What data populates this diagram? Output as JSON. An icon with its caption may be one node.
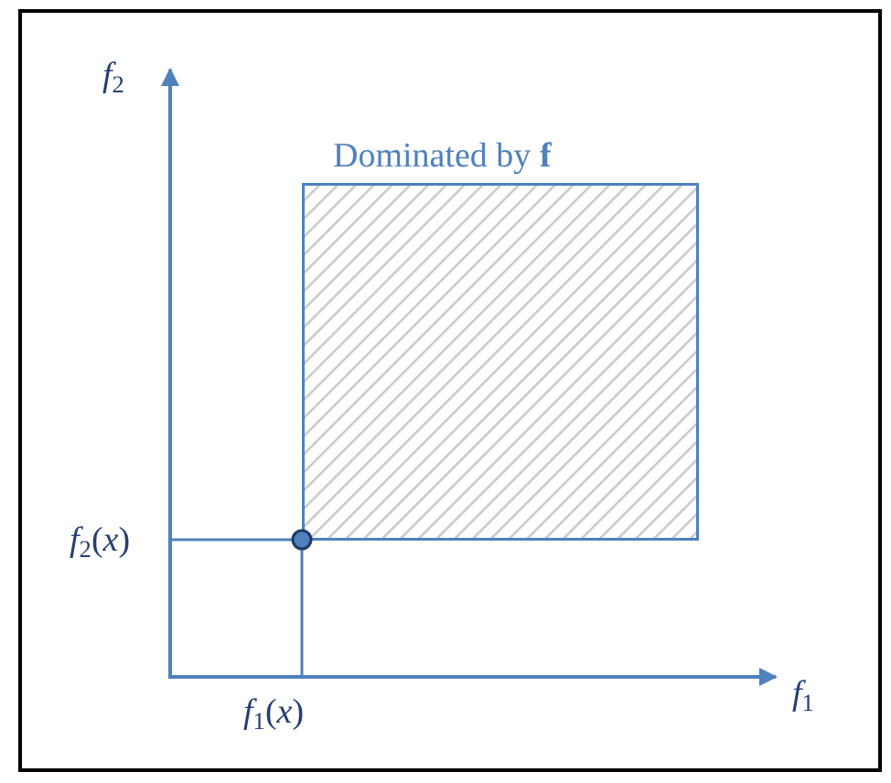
{
  "diagram": {
    "nodes": [
      {
        "text": [
          "Dominated by **f**"
        ]
      },
      {
        "text": [],
        "shape": "circle"
      }
    ],
    "edges": [],
    "labels": [
      "*f*$_{2}$",
      "*f*$_{2}$(*x*)",
      "*f*$_{1}$(*x*)",
      "*f*$_{1}$"
    ]
  }
}
